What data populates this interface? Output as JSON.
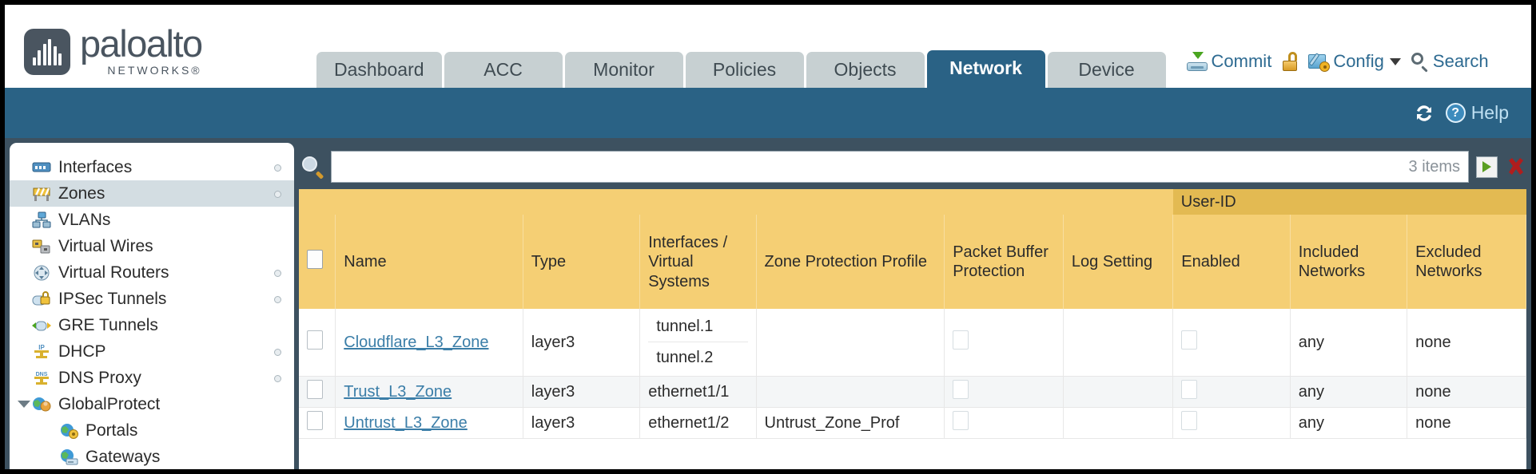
{
  "brand": {
    "name": "paloalto",
    "sub": "NETWORKS®"
  },
  "tabs": [
    {
      "label": "Dashboard",
      "active": false
    },
    {
      "label": "ACC",
      "active": false
    },
    {
      "label": "Monitor",
      "active": false
    },
    {
      "label": "Policies",
      "active": false
    },
    {
      "label": "Objects",
      "active": false
    },
    {
      "label": "Network",
      "active": true
    },
    {
      "label": "Device",
      "active": false
    }
  ],
  "top_actions": {
    "commit": "Commit",
    "lock_icon": "padlock-unlocked-icon",
    "config": "Config",
    "search": "Search"
  },
  "toolbar": {
    "refresh_icon": "refresh-icon",
    "help": "Help",
    "help_badge": "?"
  },
  "sidebar": {
    "items": [
      {
        "label": "Interfaces",
        "icon": "interfaces-icon",
        "selected": false,
        "dot": true,
        "child": false,
        "expander": false
      },
      {
        "label": "Zones",
        "icon": "zones-icon",
        "selected": true,
        "dot": true,
        "child": false,
        "expander": false
      },
      {
        "label": "VLANs",
        "icon": "vlans-icon",
        "selected": false,
        "dot": false,
        "child": false,
        "expander": false
      },
      {
        "label": "Virtual Wires",
        "icon": "virtual-wires-icon",
        "selected": false,
        "dot": false,
        "child": false,
        "expander": false
      },
      {
        "label": "Virtual Routers",
        "icon": "virtual-routers-icon",
        "selected": false,
        "dot": true,
        "child": false,
        "expander": false
      },
      {
        "label": "IPSec Tunnels",
        "icon": "ipsec-tunnels-icon",
        "selected": false,
        "dot": true,
        "child": false,
        "expander": false
      },
      {
        "label": "GRE Tunnels",
        "icon": "gre-tunnels-icon",
        "selected": false,
        "dot": false,
        "child": false,
        "expander": false
      },
      {
        "label": "DHCP",
        "icon": "dhcp-icon",
        "selected": false,
        "dot": true,
        "child": false,
        "expander": false
      },
      {
        "label": "DNS Proxy",
        "icon": "dns-proxy-icon",
        "selected": false,
        "dot": true,
        "child": false,
        "expander": false
      },
      {
        "label": "GlobalProtect",
        "icon": "globalprotect-icon",
        "selected": false,
        "dot": false,
        "child": false,
        "expander": true
      },
      {
        "label": "Portals",
        "icon": "portals-icon",
        "selected": false,
        "dot": false,
        "child": true,
        "expander": false
      },
      {
        "label": "Gateways",
        "icon": "gateways-icon",
        "selected": false,
        "dot": false,
        "child": true,
        "expander": false
      }
    ]
  },
  "search": {
    "value": "",
    "placeholder": "",
    "items_count": "3 items",
    "apply_icon": "green-arrow-icon",
    "clear_icon": "red-x-icon"
  },
  "table": {
    "group_header": "User-ID",
    "columns": [
      "Name",
      "Type",
      "Interfaces / Virtual Systems",
      "Zone Protection Profile",
      "Packet Buffer Protection",
      "Log Setting",
      "Enabled",
      "Included Networks",
      "Excluded Networks"
    ],
    "rows": [
      {
        "name": "Cloudflare_L3_Zone",
        "type": "layer3",
        "interfaces": [
          "tunnel.1",
          "tunnel.2"
        ],
        "zone_protection_profile": "",
        "packet_buffer_protection": false,
        "log_setting": "",
        "enabled": false,
        "included_networks": "any",
        "excluded_networks": "none"
      },
      {
        "name": "Trust_L3_Zone",
        "type": "layer3",
        "interfaces": [
          "ethernet1/1"
        ],
        "zone_protection_profile": "",
        "packet_buffer_protection": false,
        "log_setting": "",
        "enabled": false,
        "included_networks": "any",
        "excluded_networks": "none"
      },
      {
        "name": "Untrust_L3_Zone",
        "type": "layer3",
        "interfaces": [
          "ethernet1/2"
        ],
        "zone_protection_profile": "Untrust_Zone_Prof",
        "packet_buffer_protection": false,
        "log_setting": "",
        "enabled": false,
        "included_networks": "any",
        "excluded_networks": "none"
      }
    ]
  },
  "colors": {
    "brand_teal": "#2a6285",
    "header_amber": "#f5cf74",
    "group_amber": "#e3ba52",
    "body_slate": "#3d5160",
    "link_blue": "#3b7ea8"
  }
}
